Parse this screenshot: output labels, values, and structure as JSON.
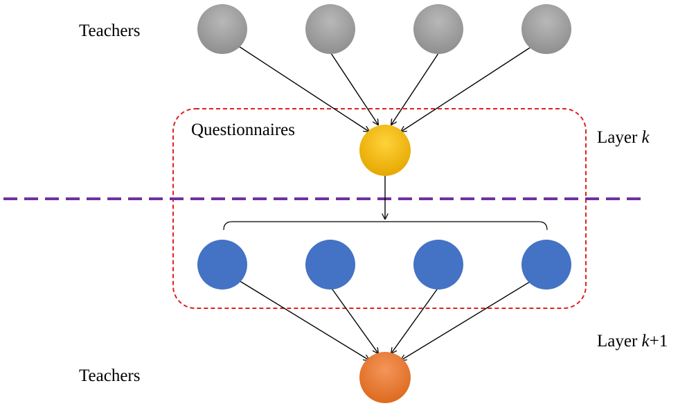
{
  "labels": {
    "top_group": "Teachers",
    "middle_group": "Questionnaires",
    "bottom_group": "Teachers",
    "layer_k_prefix": "Layer ",
    "layer_k_var": "k",
    "layer_k1_prefix": "Layer ",
    "layer_k1_var": "k",
    "layer_k1_suffix": "+1"
  },
  "colors": {
    "teacher_node": "#a6a6a6",
    "questionnaire_node": "#ffc000",
    "item_node": "#4472c4",
    "output_node": "#ed7d31",
    "layer_divider": "#7030a0",
    "group_box": "#e02020"
  },
  "nodes": {
    "top_teachers": 4,
    "items": 4
  }
}
